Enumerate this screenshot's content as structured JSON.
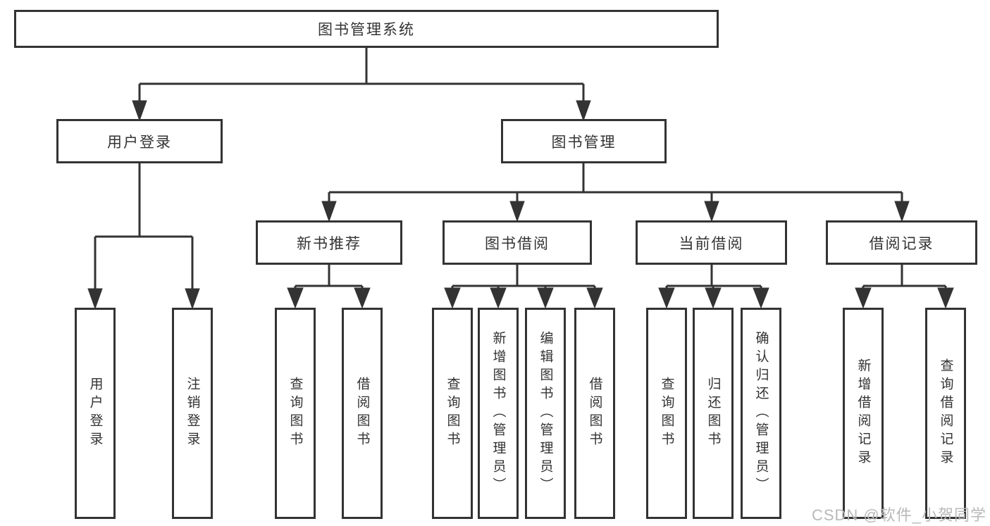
{
  "diagram": {
    "title": "图书管理系统",
    "level2": {
      "user_login": "用户登录",
      "book_mgmt": "图书管理"
    },
    "level3": {
      "new_books": "新书推荐",
      "borrow": "图书借阅",
      "current": "当前借阅",
      "records": "借阅记录"
    },
    "leaves": {
      "user_login_1": "用户登录",
      "user_login_2": "注销登录",
      "new_books_1": "查询图书",
      "new_books_2": "借阅图书",
      "borrow_1": "查询图书",
      "borrow_2": "新增图书（管理员）",
      "borrow_3": "编辑图书（管理员）",
      "borrow_4": "借阅图书",
      "current_1": "查询图书",
      "current_2": "归还图书",
      "current_3": "确认归还（管理员）",
      "records_1": "新增借阅记录",
      "records_2": "查询借阅记录"
    }
  },
  "watermark": {
    "text": "CSDN @软件_小贺同学"
  },
  "colors": {
    "line": "#333333",
    "text": "#333333",
    "background": "#ffffff",
    "watermark": "#b9b9b9"
  }
}
